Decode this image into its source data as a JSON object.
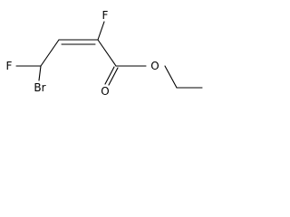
{
  "molecule": {
    "atoms": {
      "f_top": "F",
      "f_left": "F",
      "br": "Br",
      "o_ester": "O",
      "o_carbonyl": "O"
    }
  }
}
